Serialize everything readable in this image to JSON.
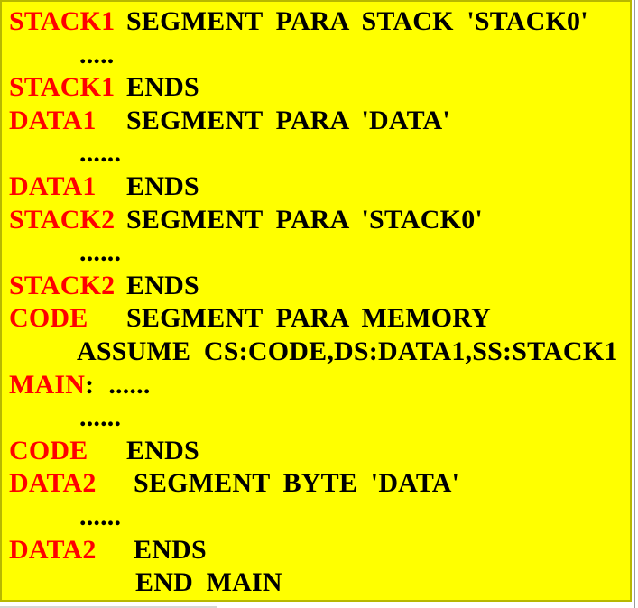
{
  "colors": {
    "page_bg": "#ffffff",
    "panel_bg": "#ffff00",
    "panel_border": "#b8b800",
    "edge_line": "#9a9a9a",
    "bottom_shadow": "#d6d6d6",
    "label": "#ff0000",
    "code": "#000000"
  },
  "listing": {
    "lines": [
      {
        "indent": 0,
        "segments": [
          {
            "text": "STACK1",
            "color": "label",
            "min_width": 130
          },
          {
            "text": "SEGMENT PARA STACK 'STACK0'",
            "color": "code"
          }
        ]
      },
      {
        "indent": 78,
        "segments": [
          {
            "text": ".....",
            "color": "code"
          }
        ]
      },
      {
        "indent": 0,
        "segments": [
          {
            "text": "STACK1",
            "color": "label",
            "min_width": 130
          },
          {
            "text": "ENDS",
            "color": "code"
          }
        ]
      },
      {
        "indent": 0,
        "segments": [
          {
            "text": "DATA1",
            "color": "label",
            "min_width": 130
          },
          {
            "text": "SEGMENT PARA 'DATA'",
            "color": "code"
          }
        ]
      },
      {
        "indent": 78,
        "segments": [
          {
            "text": "......",
            "color": "code"
          }
        ]
      },
      {
        "indent": 0,
        "segments": [
          {
            "text": "DATA1",
            "color": "label",
            "min_width": 130
          },
          {
            "text": "ENDS",
            "color": "code"
          }
        ]
      },
      {
        "indent": 0,
        "segments": [
          {
            "text": "STACK2",
            "color": "label",
            "min_width": 130
          },
          {
            "text": "SEGMENT PARA 'STACK0'",
            "color": "code"
          }
        ]
      },
      {
        "indent": 78,
        "segments": [
          {
            "text": "......",
            "color": "code"
          }
        ]
      },
      {
        "indent": 0,
        "segments": [
          {
            "text": "STACK2",
            "color": "label",
            "min_width": 130
          },
          {
            "text": "ENDS",
            "color": "code"
          }
        ]
      },
      {
        "indent": 0,
        "segments": [
          {
            "text": "CODE",
            "color": "label",
            "min_width": 130
          },
          {
            "text": "SEGMENT PARA MEMORY",
            "color": "code"
          }
        ]
      },
      {
        "indent": 75,
        "segments": [
          {
            "text": "ASSUME CS:CODE,DS:DATA1,SS:STACK1",
            "color": "code"
          }
        ]
      },
      {
        "indent": 0,
        "segments": [
          {
            "text": "MAIN",
            "color": "label"
          },
          {
            "text": ":",
            "color": "code"
          },
          {
            "text": "......",
            "color": "code",
            "gap": 16
          }
        ]
      },
      {
        "indent": 78,
        "segments": [
          {
            "text": "......",
            "color": "code"
          }
        ]
      },
      {
        "indent": 0,
        "segments": [
          {
            "text": "CODE",
            "color": "label",
            "min_width": 130
          },
          {
            "text": "ENDS",
            "color": "code"
          }
        ]
      },
      {
        "indent": 0,
        "segments": [
          {
            "text": "DATA2",
            "color": "label",
            "min_width": 138
          },
          {
            "text": "SEGMENT BYTE 'DATA'",
            "color": "code"
          }
        ]
      },
      {
        "indent": 78,
        "segments": [
          {
            "text": "......",
            "color": "code"
          }
        ]
      },
      {
        "indent": 0,
        "segments": [
          {
            "text": "DATA2",
            "color": "label",
            "min_width": 138
          },
          {
            "text": "ENDS",
            "color": "code"
          }
        ]
      },
      {
        "indent": 140,
        "segments": [
          {
            "text": "END MAIN",
            "color": "code"
          }
        ]
      }
    ]
  }
}
